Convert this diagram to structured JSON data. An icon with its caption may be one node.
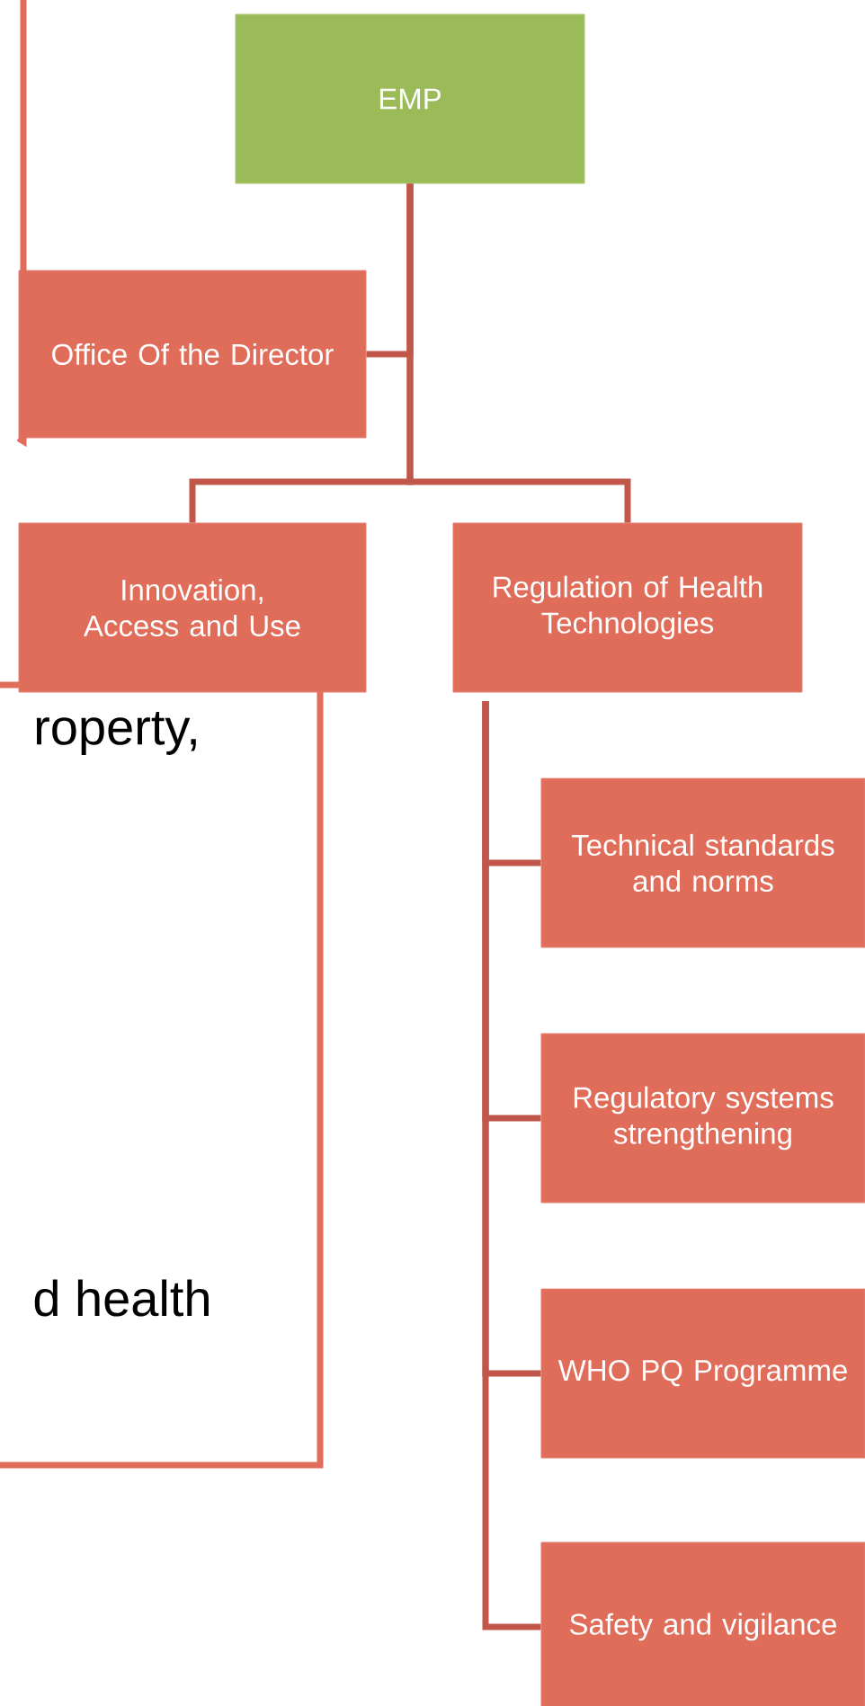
{
  "diagram": {
    "nodes": [
      {
        "text": [
          "EMP"
        ]
      },
      {
        "text": [
          "Office Of the Director"
        ]
      },
      {
        "text": [
          "Innovation, Access and Use"
        ]
      },
      {
        "text": [
          "Regulation of Health Technologies"
        ]
      },
      {
        "text": [
          "Technical standards and norms"
        ]
      },
      {
        "text": [
          "Regulatory systems strengthening"
        ]
      },
      {
        "text": [
          "WHO PQ Programme"
        ]
      },
      {
        "text": [
          "Safety and vigilance"
        ]
      }
    ],
    "edges": [
      {
        "from": 0,
        "to": 1,
        "arrow": "none"
      },
      {
        "from": 0,
        "to": 2,
        "arrow": "none"
      },
      {
        "from": 0,
        "to": 3,
        "arrow": "none"
      },
      {
        "from": 3,
        "to": 4,
        "arrow": "none"
      },
      {
        "from": 3,
        "to": 5,
        "arrow": "none"
      },
      {
        "from": 3,
        "to": 6,
        "arrow": "none"
      },
      {
        "from": 3,
        "to": 7,
        "arrow": "none"
      },
      {
        "from": null,
        "to": 1,
        "arrow": "none",
        "color": "#e06c5a"
      },
      {
        "from": null,
        "to": 2,
        "arrow": "none",
        "color": "#e06c5a"
      },
      {
        "from": 2,
        "to": null,
        "arrow": "none",
        "color": "#e06c5a"
      }
    ],
    "labels": [
      "roperty,",
      "d health"
    ]
  }
}
